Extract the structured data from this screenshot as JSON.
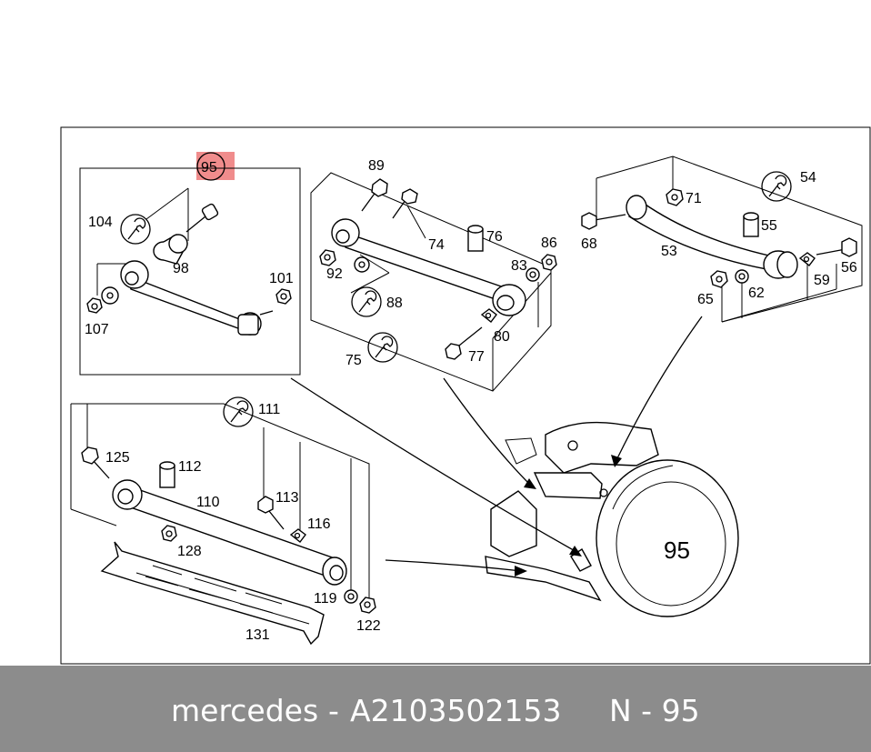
{
  "highlight": {
    "number": "95",
    "color": "#f08c8c"
  },
  "callouts": {
    "n54": "54",
    "n55": "55",
    "n56": "56",
    "n59": "59",
    "n62": "62",
    "n65": "65",
    "n68": "68",
    "n71": "71",
    "n53": "53",
    "n74": "74",
    "n75": "75",
    "n76": "76",
    "n77": "77",
    "n80": "80",
    "n83": "83",
    "n86": "86",
    "n88": "88",
    "n89": "89",
    "n92": "92",
    "n98": "98",
    "n101": "101",
    "n104": "104",
    "n107": "107",
    "n110": "110",
    "n111": "111",
    "n112": "112",
    "n113": "113",
    "n116": "116",
    "n119": "119",
    "n122": "122",
    "n125": "125",
    "n128": "128",
    "n131": "131"
  },
  "footer": {
    "brand": "mercedes",
    "sep": "-",
    "part_number": "A2103502153",
    "ref": "N - 95",
    "background": "#8c8c8c"
  }
}
